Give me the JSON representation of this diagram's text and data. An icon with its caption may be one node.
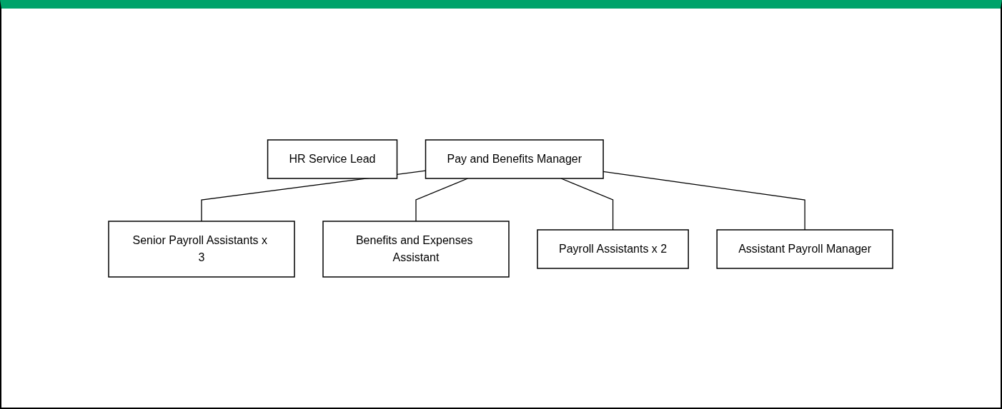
{
  "diagram": {
    "nodes": [
      {
        "text": [
          "HR Service Lead"
        ]
      },
      {
        "text": [
          "Pay and Benefits Manager"
        ]
      },
      {
        "text": [
          "Assistant Payroll Manager"
        ]
      },
      {
        "text": [
          "Senior Payroll Assistants x 3"
        ]
      },
      {
        "text": [
          "Payroll Assistants x 2"
        ]
      },
      {
        "text": [
          "Benefits and Expenses Assistant"
        ]
      }
    ],
    "edges": [
      {
        "from": 1,
        "to": 3,
        "arrow": "none"
      },
      {
        "from": 1,
        "to": 5,
        "arrow": "none"
      },
      {
        "from": 1,
        "to": 4,
        "arrow": "none"
      },
      {
        "from": 1,
        "to": 2,
        "arrow": "none"
      }
    ]
  }
}
